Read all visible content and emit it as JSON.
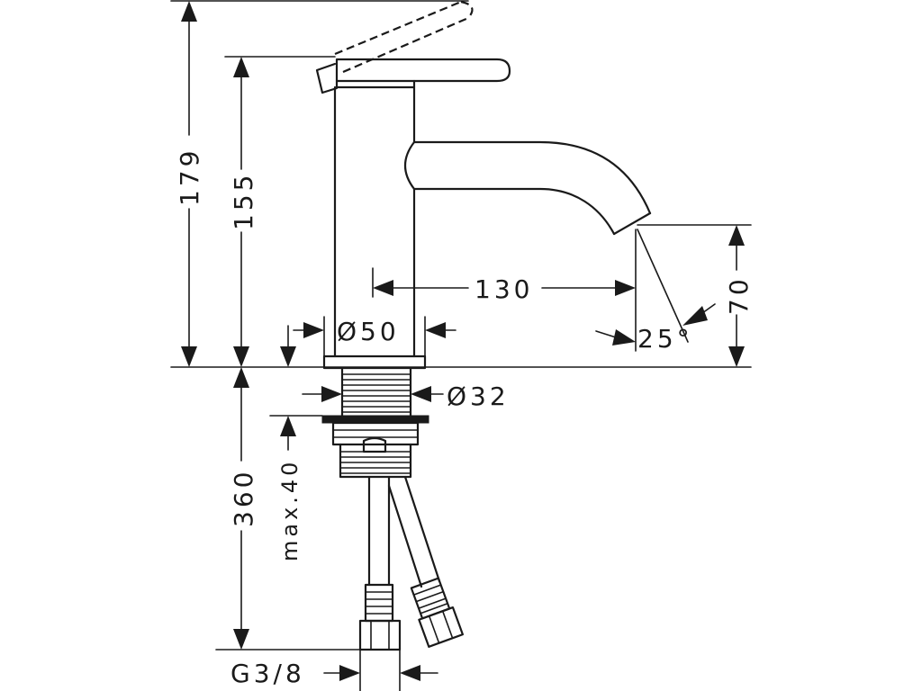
{
  "dimensions": {
    "total_height": "179",
    "body_height": "155",
    "spout_reach": "130",
    "spout_height": "70",
    "spout_angle": "25°",
    "base_diameter": "Ø50",
    "shank_diameter": "Ø32",
    "max_thickness": "max.40",
    "hose_length": "360",
    "connection_thread": "G3/8"
  }
}
